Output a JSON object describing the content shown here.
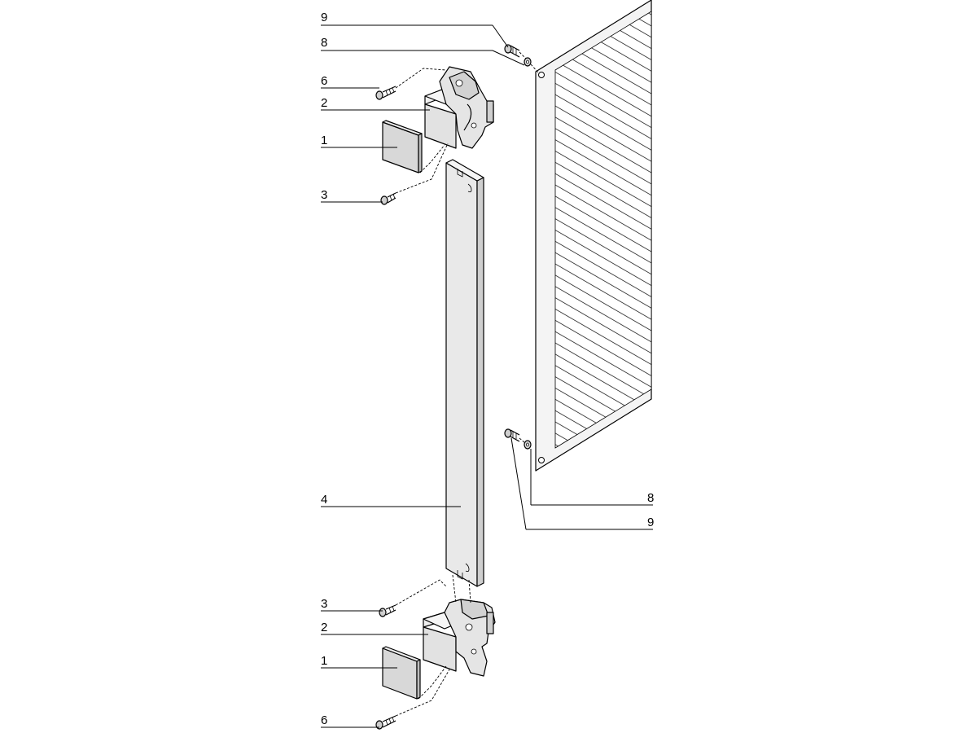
{
  "callouts": {
    "top_9": "9",
    "top_8": "8",
    "top_6": "6",
    "top_2": "2",
    "top_1": "1",
    "top_3": "3",
    "rail_4": "4",
    "right_8": "8",
    "right_9": "9",
    "bottom_3": "3",
    "bottom_2": "2",
    "bottom_1": "1",
    "bottom_6": "6"
  },
  "colors": {
    "part_fill": "#e9e9e9",
    "part_shade": "#cfcfcf",
    "line": "#000000",
    "background": "#ffffff"
  }
}
